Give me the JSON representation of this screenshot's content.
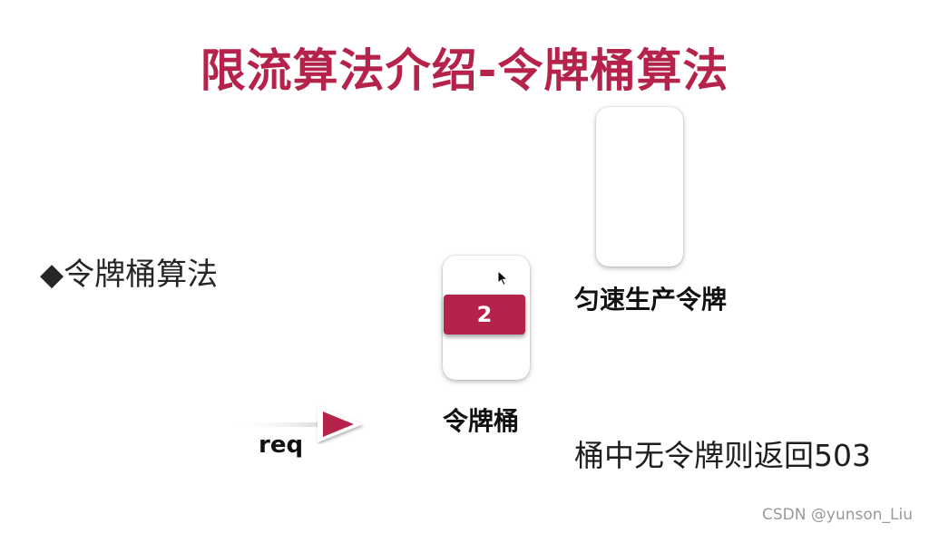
{
  "title": "限流算法介绍-令牌桶算法",
  "bullet": {
    "marker": "◆",
    "text": "令牌桶算法"
  },
  "producer": {
    "label": "匀速生产令牌"
  },
  "bucket": {
    "label": "令牌桶",
    "token_count": "2"
  },
  "request": {
    "label": "req"
  },
  "note": "桶中无令牌则返回503",
  "watermark": "CSDN @yunson_Liu",
  "colors": {
    "accent": "#b5234a",
    "text": "#1e1e1e",
    "background": "#ffffff"
  }
}
